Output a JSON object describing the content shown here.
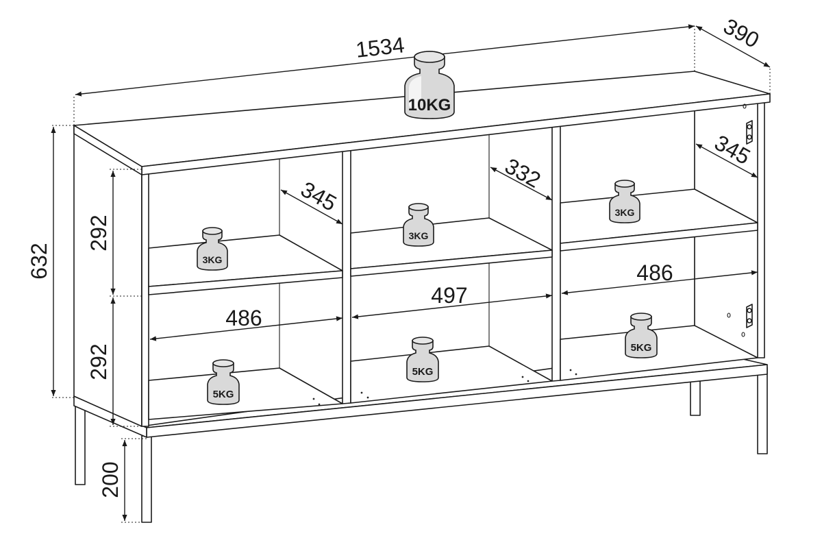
{
  "dimensions": {
    "width": "1534",
    "depth": "390",
    "height": "632",
    "lower_compartment_height": "292",
    "upper_compartment_height": "292",
    "leg_height": "200",
    "left_compartment_width": "486",
    "middle_compartment_width": "497",
    "right_compartment_width": "486",
    "left_inner_depth": "345",
    "middle_inner_depth": "332",
    "right_inner_depth": "345"
  },
  "weights": {
    "top": "10KG",
    "upper_left": "3KG",
    "upper_middle": "3KG",
    "upper_right": "3KG",
    "lower_left": "5KG",
    "lower_middle": "5KG",
    "lower_right": "5KG"
  }
}
